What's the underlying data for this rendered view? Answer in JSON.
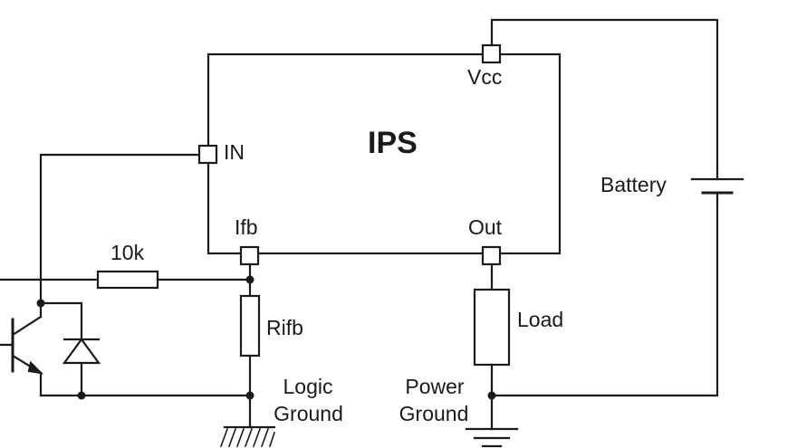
{
  "block": {
    "title": "IPS"
  },
  "pins": {
    "vcc": "Vcc",
    "in": "IN",
    "ifb": "Ifb",
    "out": "Out"
  },
  "components": {
    "battery": "Battery",
    "resistor_10k": "10k",
    "rifb": "Rifb",
    "load": "Load"
  },
  "grounds": {
    "logic": [
      "Logic",
      "Ground"
    ],
    "power": [
      "Power",
      "Ground"
    ]
  },
  "colors": {
    "wire": "#1a1a1a",
    "background": "#ffffff"
  }
}
